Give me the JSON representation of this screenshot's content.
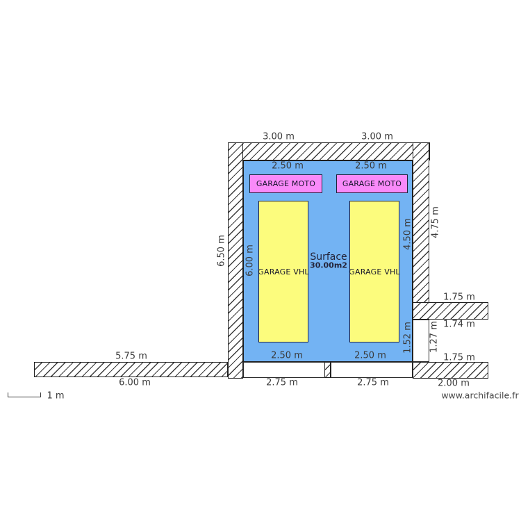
{
  "plan": {
    "surface": {
      "title": "Surface",
      "value": "30.00m2"
    },
    "areas": {
      "moto_left": "GARAGE MOTO",
      "moto_right": "GARAGE MOTO",
      "vhl_left": "GARAGE VHL",
      "vhl_right": "GARAGE VHL"
    },
    "dims": {
      "top_left": "3.00 m",
      "top_right": "3.00 m",
      "inner_top_left": "2.50 m",
      "inner_top_right": "2.50 m",
      "inner_bottom_left": "2.50 m",
      "inner_bottom_right": "2.50 m",
      "left_wall_outer": "6.50 m",
      "room_height": "6.00 m",
      "right_wall_inner": "4.50 m",
      "right_wall_outer": "4.75 m",
      "annex_top": "1.75 m",
      "annex_mid": "1.74 m",
      "right_door_height": "1.27 m",
      "right_inner_low": "1.52 m",
      "annex_bottom": "1.75 m",
      "annex_bottom_width": "2.00 m",
      "left_strip_top": "5.75 m",
      "left_strip_bottom": "6.00 m",
      "door_left": "2.75 m",
      "door_right": "2.75 m"
    },
    "scale": {
      "label": "1 m"
    },
    "watermark": "www.archifacile.fr",
    "colors": {
      "room_fill": "#73B3F3",
      "moto_fill": "#F98AF9",
      "vhl_fill": "#FCFC7D",
      "wall_hatch": "#3b3b3b",
      "dim_text": "#3a3a3a"
    }
  }
}
